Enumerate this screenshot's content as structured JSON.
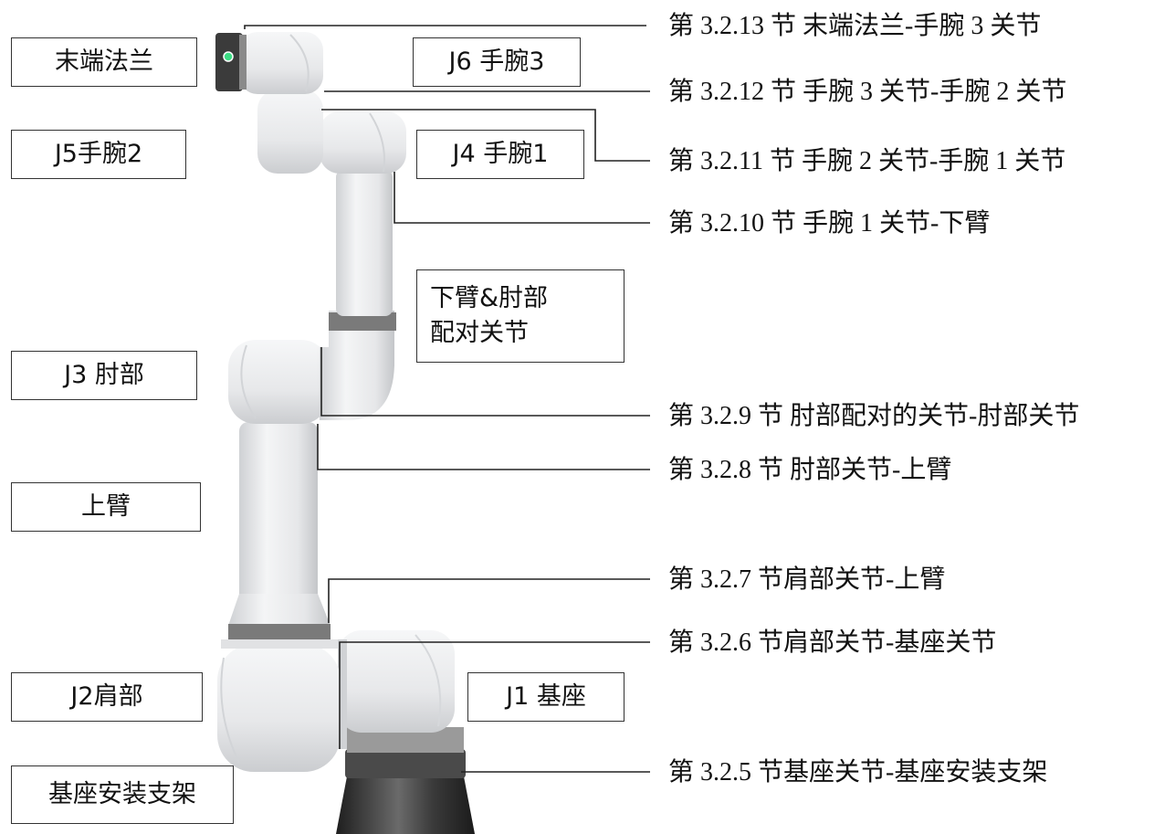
{
  "component_labels": {
    "end_flange": "末端法兰",
    "j6_wrist3": "J6 手腕3",
    "j5_wrist2": "J5手腕2",
    "j4_wrist1": "J4 手腕1",
    "lower_arm_elbow_line1": "下臂&肘部",
    "lower_arm_elbow_line2": "配对关节",
    "j3_elbow": "J3 肘部",
    "upper_arm": "上臂",
    "j2_shoulder": "J2肩部",
    "j1_base": "J1 基座",
    "base_mount": "基座安装支架"
  },
  "section_refs": [
    "第 3.2.13 节  末端法兰-手腕 3 关节",
    "第  3.2.12  节   手腕  3  关节-手腕  2  关节",
    "第  3.2.11  节   手腕  2  关节-手腕  1  关节",
    "第 3.2.10 节  手腕 1 关节-下臂",
    "第 3.2.9 节  肘部配对的关节-肘部关节",
    "第 3.2.8 节  肘部关节-上臂",
    "第 3.2.7  节肩部关节-上臂",
    "第 3.2.6  节肩部关节-基座关节",
    "第 3.2.5  节基座关节-基座安装支架"
  ],
  "colors": {
    "arm_body": "#e9eaec",
    "arm_shade": "#c9cbce",
    "joint_ring": "#7a7a7a",
    "base_dark": "#2b2b2b",
    "indicator_led": "#3ddc84",
    "leader_line": "#222222"
  }
}
